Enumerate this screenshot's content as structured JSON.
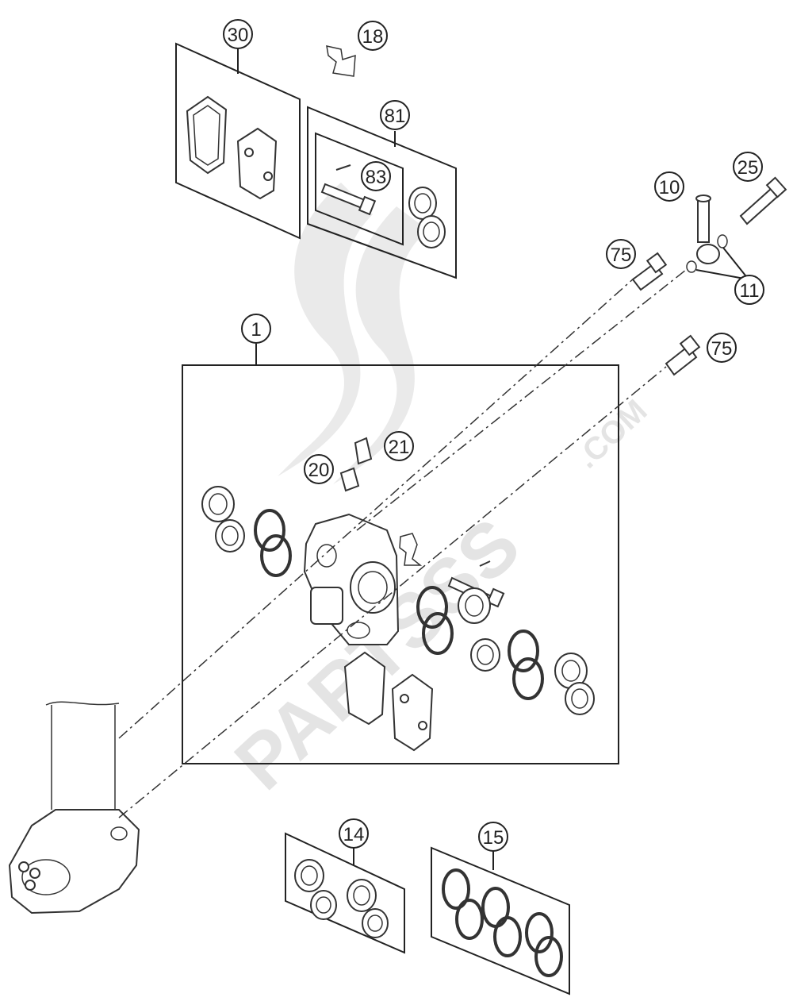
{
  "diagram": {
    "type": "exploded-parts-diagram",
    "callouts": [
      {
        "id": "c30",
        "label": "30"
      },
      {
        "id": "c18",
        "label": "18"
      },
      {
        "id": "c81",
        "label": "81"
      },
      {
        "id": "c83",
        "label": "83"
      },
      {
        "id": "c10",
        "label": "10"
      },
      {
        "id": "c25",
        "label": "25"
      },
      {
        "id": "c75a",
        "label": "75"
      },
      {
        "id": "c75b",
        "label": "75"
      },
      {
        "id": "c11",
        "label": "11"
      },
      {
        "id": "c1",
        "label": "1"
      },
      {
        "id": "c20",
        "label": "20"
      },
      {
        "id": "c21",
        "label": "21"
      },
      {
        "id": "c14",
        "label": "14"
      },
      {
        "id": "c15",
        "label": "15"
      }
    ]
  },
  "watermark": {
    "brand": "PARTSSS",
    "suffix": ".COM"
  }
}
